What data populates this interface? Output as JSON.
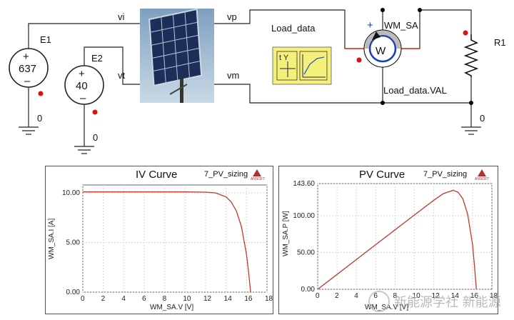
{
  "schematic": {
    "sources": [
      {
        "name": "E1",
        "value": "637",
        "ground": "0"
      },
      {
        "name": "E2",
        "value": "40",
        "ground": "0"
      }
    ],
    "pins": {
      "vi": "vi",
      "vt": "vt",
      "vp": "vp",
      "vm": "vm"
    },
    "load_block": {
      "name": "Load_data",
      "val_label": "Load_data.VAL",
      "icon_text": "t Y"
    },
    "meter": {
      "name": "WM_SA",
      "symbol": "W",
      "plus": "+"
    },
    "resistor": {
      "name": "R1",
      "ground": "0"
    }
  },
  "charts": [
    {
      "title": "IV Curve",
      "subtitle": "7_PV_sizing",
      "brand": "ANSOFT",
      "xlabel": "WM_SA.V [V]",
      "ylabel": "WM_SA.I [A]",
      "xticks": [
        "0",
        "2",
        "4",
        "6",
        "8",
        "10",
        "12",
        "14",
        "16",
        "18"
      ],
      "yticks": [
        "0.00",
        "5.00",
        "10.00"
      ],
      "line_color": "#c0392b"
    },
    {
      "title": "PV Curve",
      "subtitle": "7_PV_sizing",
      "brand": "ANSOFT",
      "xlabel": "WM_SA.V [V]",
      "ylabel": "WM_SA.P [W]",
      "xticks": [
        "0",
        "2",
        "4",
        "6",
        "8",
        "10",
        "12",
        "14",
        "16",
        "18"
      ],
      "yticks": [
        "0.00",
        "50.00",
        "100.00",
        "143.60"
      ],
      "line_color": "#c0392b"
    }
  ],
  "chart_data": [
    {
      "type": "line",
      "title": "IV Curve",
      "xlabel": "WM_SA.V [V]",
      "ylabel": "WM_SA.I [A]",
      "xlim": [
        0,
        18
      ],
      "ylim": [
        0,
        10.8
      ],
      "x": [
        0,
        2,
        4,
        6,
        8,
        10,
        12,
        13,
        14,
        14.5,
        15,
        15.5,
        16,
        16.2,
        16.4
      ],
      "y": [
        10.1,
        10.1,
        10.1,
        10.1,
        10.1,
        10.1,
        10.08,
        10.0,
        9.6,
        9.1,
        8.2,
        6.6,
        3.8,
        2.0,
        0.0
      ]
    },
    {
      "type": "line",
      "title": "PV Curve",
      "xlabel": "WM_SA.V [V]",
      "ylabel": "WM_SA.P [W]",
      "xlim": [
        0,
        18
      ],
      "ylim": [
        0,
        143.6
      ],
      "x": [
        0,
        2,
        4,
        6,
        8,
        10,
        12,
        13,
        14,
        14.5,
        15,
        15.5,
        16,
        16.2,
        16.4
      ],
      "y": [
        0,
        20.2,
        40.4,
        60.6,
        80.8,
        101,
        121,
        130,
        134.4,
        132,
        123,
        102,
        61,
        32,
        0
      ]
    }
  ],
  "watermark": {
    "text": "新能源学社 新能源"
  }
}
